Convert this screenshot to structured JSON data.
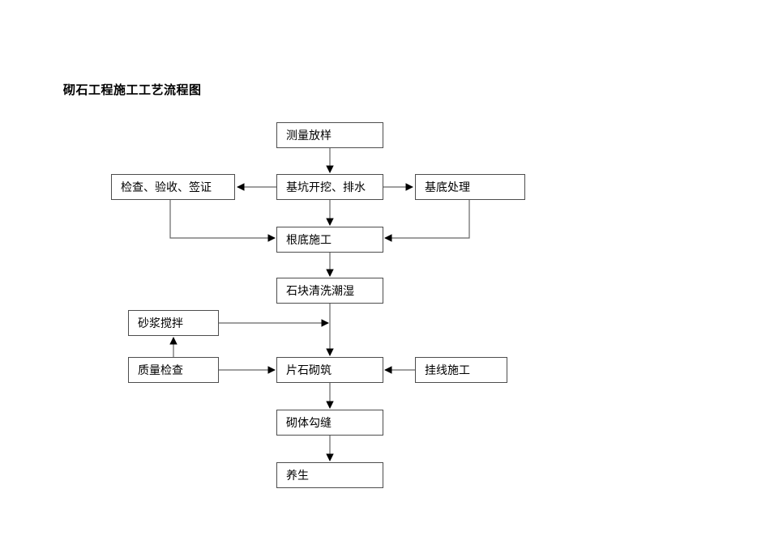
{
  "page": {
    "title": "砌石工程施工工艺流程图"
  },
  "flowchart": {
    "nodes": {
      "measure": {
        "label": "测量放样"
      },
      "inspect": {
        "label": "检查、验收、签证"
      },
      "excavate": {
        "label": "基坑开挖、排水"
      },
      "base_treat": {
        "label": "基底处理"
      },
      "foundation": {
        "label": "根底施工"
      },
      "stone_wash": {
        "label": "石块清洗潮湿"
      },
      "mortar_mix": {
        "label": "砂浆搅拌"
      },
      "quality_check": {
        "label": "质量检查"
      },
      "masonry": {
        "label": "片石砌筑"
      },
      "line_hanging": {
        "label": "挂线施工"
      },
      "jointing": {
        "label": "砌体勾缝"
      },
      "curing": {
        "label": "养生"
      }
    },
    "edges": [
      {
        "from": "measure",
        "to": "excavate"
      },
      {
        "from": "excavate",
        "to": "inspect"
      },
      {
        "from": "excavate",
        "to": "base_treat"
      },
      {
        "from": "excavate",
        "to": "foundation"
      },
      {
        "from": "inspect",
        "to": "foundation"
      },
      {
        "from": "base_treat",
        "to": "foundation"
      },
      {
        "from": "foundation",
        "to": "stone_wash"
      },
      {
        "from": "stone_wash",
        "to": "masonry"
      },
      {
        "from": "mortar_mix",
        "to": "masonry"
      },
      {
        "from": "quality_check",
        "to": "mortar_mix"
      },
      {
        "from": "quality_check",
        "to": "masonry"
      },
      {
        "from": "line_hanging",
        "to": "masonry"
      },
      {
        "from": "masonry",
        "to": "jointing"
      },
      {
        "from": "jointing",
        "to": "curing"
      }
    ],
    "colors": {
      "background": "#ffffff",
      "box_border": "#4d4d4d",
      "line": "#666666",
      "arrowhead": "#000000",
      "text": "#000000"
    }
  }
}
